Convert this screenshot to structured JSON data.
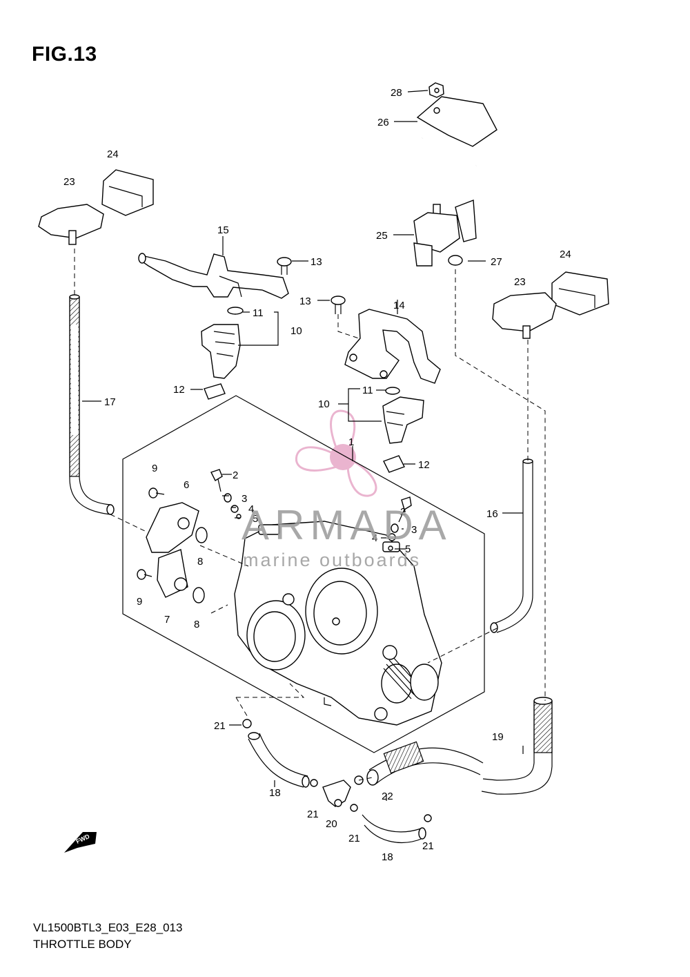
{
  "figure": {
    "title": "FIG.13",
    "code": "VL1500BTL3_E03_E28_013",
    "name": "THROTTLE BODY",
    "fwd_label": "FWD"
  },
  "watermark": {
    "brand": "ARMADA",
    "subtitle": "marine outboards",
    "logo_color": "#e39bbf",
    "text_color": "#9a9a9a"
  },
  "callouts": {
    "c1": "1",
    "c2a": "2",
    "c2b": "2",
    "c3a": "3",
    "c3b": "3",
    "c4a": "4",
    "c4b": "4",
    "c5a": "5",
    "c5b": "5",
    "c6": "6",
    "c7": "7",
    "c8a": "8",
    "c8b": "8",
    "c9a": "9",
    "c9b": "9",
    "c10a": "10",
    "c10b": "10",
    "c11a": "11",
    "c11b": "11",
    "c12a": "12",
    "c12b": "12",
    "c13a": "13",
    "c13b": "13",
    "c14": "14",
    "c15": "15",
    "c16": "16",
    "c17": "17",
    "c18a": "18",
    "c18b": "18",
    "c19": "19",
    "c20": "20",
    "c21a": "21",
    "c21b": "21",
    "c21c": "21",
    "c21d": "21",
    "c22": "22",
    "c23a": "23",
    "c23b": "23",
    "c24a": "24",
    "c24b": "24",
    "c25": "25",
    "c26": "26",
    "c27": "27",
    "c28": "28"
  }
}
